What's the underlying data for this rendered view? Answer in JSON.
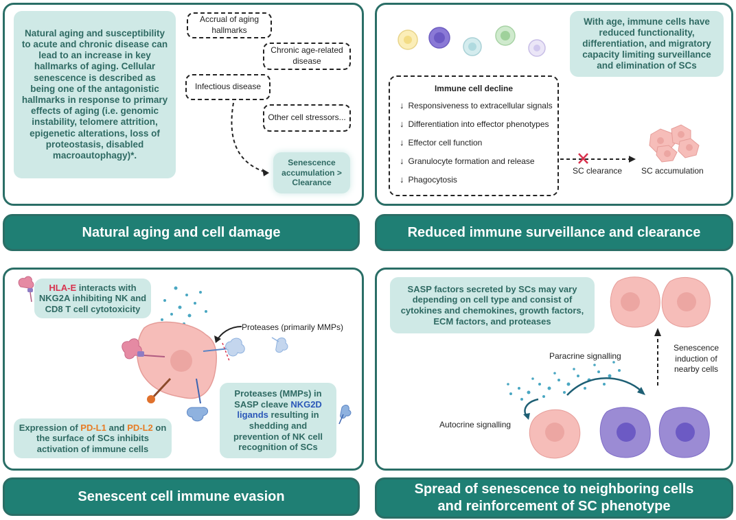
{
  "panels": {
    "aging": {
      "banner": "Natural aging and cell damage",
      "description": "Natural aging and susceptibility to acute and chronic disease can lead to an increase in key hallmarks of aging. Cellular senescence is described as being one of the antagonistic hallmarks in response to primary effects of aging (i.e. genomic instability, telomere attrition, epigenetic alterations, loss of proteostasis, disabled macroautophagy)*.",
      "boxes": [
        "Accrual of aging hallmarks",
        "Chronic age-related disease",
        "Infectious disease",
        "Other cell stressors..."
      ],
      "result": "Senescence accumulation > Clearance"
    },
    "immune": {
      "banner": "Reduced immune surveillance and clearance",
      "description": "With age, immune cells have reduced functionality, differentiation, and migratory capacity limiting surveillance and elimination of SCs",
      "decline_title": "Immune cell decline",
      "decline_items": [
        "Responsiveness to extracellular signals",
        "Differentiation into effector phenotypes",
        "Effector cell function",
        "Granulocyte formation and release",
        "Phagocytosis"
      ],
      "arrow_symbol": "↓",
      "clearance_label": "SC clearance",
      "accumulation_label": "SC accumulation"
    },
    "evasion": {
      "banner": "Senescent cell immune evasion",
      "hla": {
        "highlight": "HLA-E",
        "rest": " interacts with NKG2A inhibiting NK and CD8 T cell cytotoxicity"
      },
      "pdl": {
        "pre": "Expression of ",
        "pd1": "PD-L1",
        "mid": " and ",
        "pd2": "PD-L2",
        "rest": " on the surface of SCs inhibits activation of immune cells"
      },
      "proteases_label": "Proteases (primarily MMPs)",
      "mmp": {
        "pre": "Proteases (MMPs) in SASP cleave ",
        "highlight": "NKG2D ligands",
        "rest": " resulting in shedding and prevention of NK cell recognition of SCs"
      }
    },
    "spread": {
      "banner_line1": "Spread of senescence to neighboring cells",
      "banner_line2": "and reinforcement of SC phenotype",
      "description": "SASP factors secreted by SCs may vary depending on cell type and consist of cytokines and chemokines, growth factors, ECM factors, and proteases",
      "paracrine": "Paracrine signalling",
      "autocrine": "Autocrine signalling",
      "induction": "Senescence induction of nearby cells"
    }
  },
  "colors": {
    "border": "#2a6e66",
    "banner": "#1f7f74",
    "textbox": "#cfe9e6",
    "sc_cell": "#f2b8b5",
    "immune_cell": "#8e7cc3"
  }
}
